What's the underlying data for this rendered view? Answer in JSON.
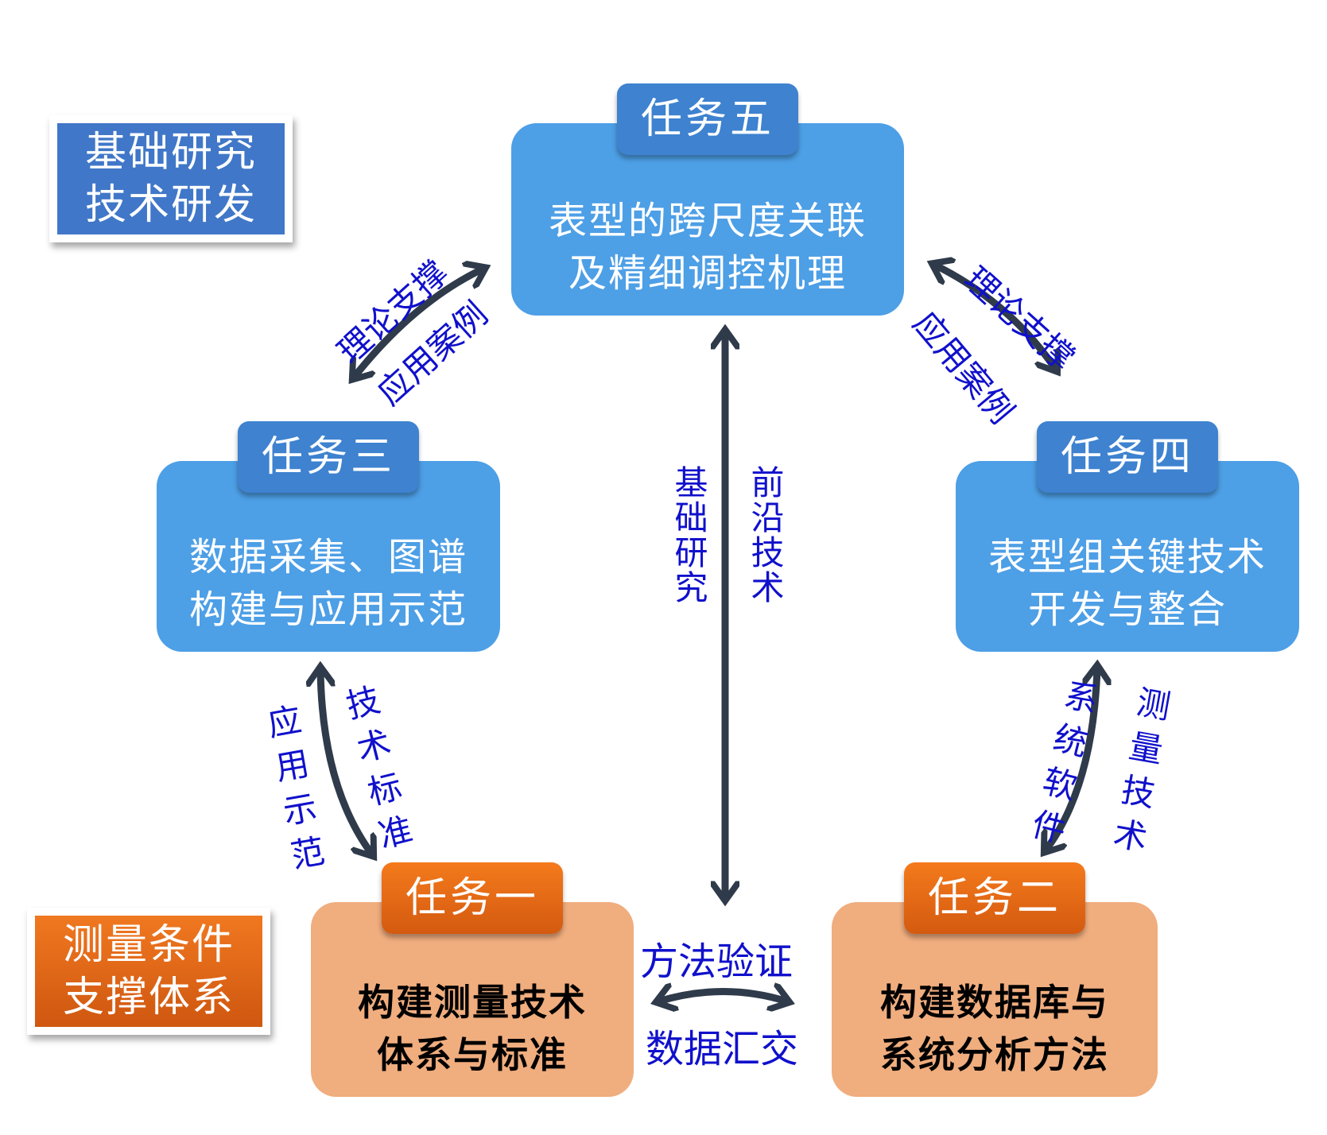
{
  "legend": {
    "research": [
      "基础研究",
      "技术研发"
    ],
    "support": [
      "测量条件",
      "支撑体系"
    ]
  },
  "tasks": {
    "t5": {
      "tag": "任务五",
      "lines": [
        "表型的跨尺度关联",
        "及精细调控机理"
      ]
    },
    "t3": {
      "tag": "任务三",
      "lines": [
        "数据采集、图谱",
        "构建与应用示范"
      ]
    },
    "t4": {
      "tag": "任务四",
      "lines": [
        "表型组关键技术",
        "开发与整合"
      ]
    },
    "t1": {
      "tag": "任务一",
      "lines": [
        "构建测量技术",
        "体系与标准"
      ]
    },
    "t2": {
      "tag": "任务二",
      "lines": [
        "构建数据库与",
        "系统分析方法"
      ]
    }
  },
  "links": {
    "t3_t5": {
      "upper": "理论支撑",
      "lower": "应用案例"
    },
    "t5_t4": {
      "upper": "理论支撑",
      "lower": "应用案例"
    },
    "center": {
      "left": "基础研究",
      "right": "前沿技术"
    },
    "t3_t1": {
      "left": "应用示范",
      "right": "技术标准"
    },
    "t4_t2": {
      "left": "系统软件",
      "right": "测量技术"
    },
    "t1_t2": {
      "upper": "方法验证",
      "lower": "数据汇交"
    }
  },
  "colors": {
    "blue_box": "#4d9fe6",
    "blue_tag": "#3e82d0",
    "orange_box": "#f0ad7e",
    "orange_tag": "#e8681a",
    "label_text": "#1010cc",
    "arrow": "#2f3b4a"
  }
}
